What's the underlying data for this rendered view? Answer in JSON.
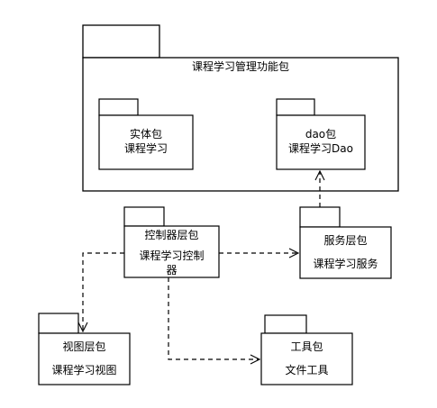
{
  "diagram": {
    "outer_package": {
      "name": "课程学习管理功能包"
    },
    "packages": {
      "entity": {
        "line1": "实体包",
        "line2": "课程学习"
      },
      "dao": {
        "line1": "dao包",
        "line2": "课程学习Dao"
      },
      "controller": {
        "line1": "控制器层包",
        "line2": "课程学习控制",
        "line3": "器"
      },
      "service": {
        "line1": "服务层包",
        "line2": "课程学习服务"
      },
      "view": {
        "line1": "视图层包",
        "line2": "课程学习视图"
      },
      "tools": {
        "line1": "工具包",
        "line2": "文件工具"
      }
    },
    "colors": {
      "stroke": "#000000",
      "background": "#ffffff"
    }
  }
}
